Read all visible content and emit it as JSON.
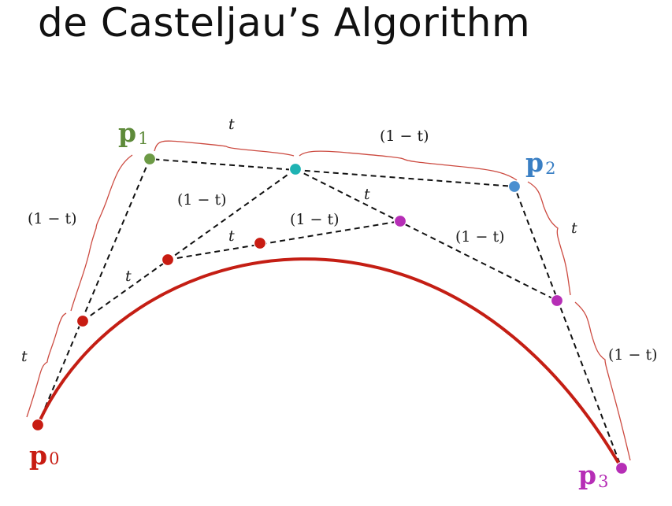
{
  "title": "de Casteljau’s Algorithm",
  "colors": {
    "curve": "#c41e14",
    "brace": "#cc4a40",
    "construction": "#111111",
    "p0": "#c81c12",
    "p1": "#5e8a3a",
    "p2": "#3a7fc4",
    "p3": "#b62eb6",
    "point_red": "#c81c12",
    "point_teal": "#1fb3b3",
    "point_magenta": "#b62eb6",
    "point_green": "#6c9a45",
    "point_blue": "#4a8fd0"
  },
  "control_points": [
    {
      "letter": "p",
      "sub": "0",
      "color": "#c81c12"
    },
    {
      "letter": "p",
      "sub": "1",
      "color": "#5e8a3a"
    },
    {
      "letter": "p",
      "sub": "2",
      "color": "#3a7fc4"
    },
    {
      "letter": "p",
      "sub": "3",
      "color": "#b62eb6"
    }
  ],
  "segment_labels": {
    "p0p1_t": "t",
    "p0p1_1mt": "(1 − t)",
    "p1p2_t": "t",
    "p1p2_1mt": "(1 − t)",
    "p2p3_t": "t",
    "p2p3_1mt": "(1 − t)",
    "l1_t": "t",
    "l1_1mt": "(1 − t)",
    "l2_t": "t",
    "l2_1mt": "(1 − t)",
    "l3_t": "t",
    "l3_1mt": "(1 − t)"
  }
}
